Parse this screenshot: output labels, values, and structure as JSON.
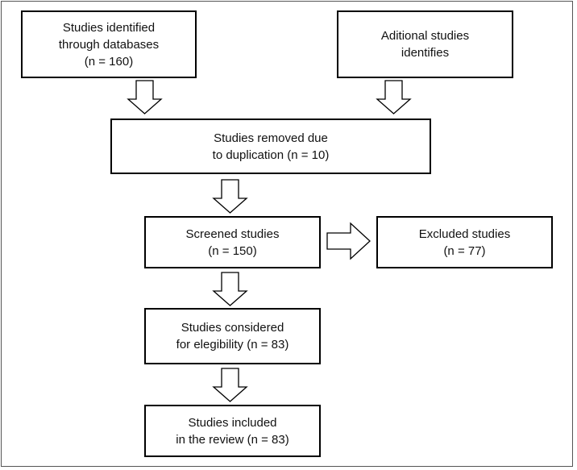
{
  "diagram": {
    "nodes": {
      "identified": "Studies identified\nthrough databases\n(n = 160)",
      "additional": "Aditional studies\nidentifies",
      "removed": "Studies removed due\nto duplication (n = 10)",
      "screened": "Screened studies\n(n = 150)",
      "excluded": "Excluded studies\n(n = 77)",
      "eligibility": "Studies considered\nfor elegibility (n = 83)",
      "included": "Studies included\nin the review (n = 83)"
    },
    "colors": {
      "border": "#000000",
      "fill": "#ffffff",
      "text": "#111111"
    }
  }
}
